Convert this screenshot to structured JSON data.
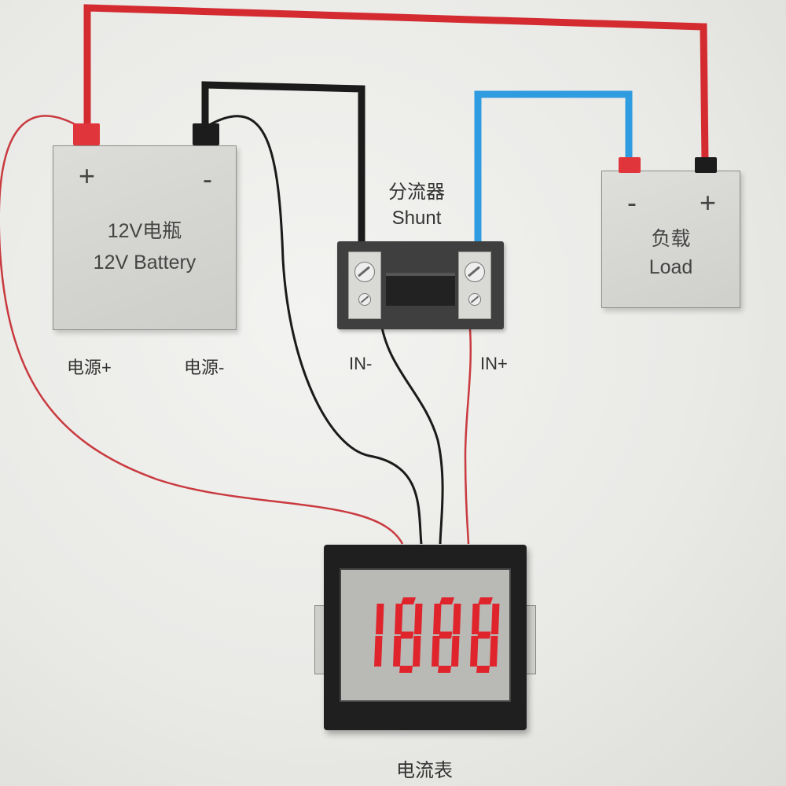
{
  "battery": {
    "label_cn": "12V电瓶",
    "label_en": "12V Battery",
    "plus": "+",
    "minus": "-",
    "power_plus": "电源+",
    "power_minus": "电源-"
  },
  "shunt": {
    "label_cn": "分流器",
    "label_en": "Shunt",
    "in_minus": "IN-",
    "in_plus": "IN+"
  },
  "load": {
    "label_cn": "负载",
    "label_en": "Load",
    "plus": "+",
    "minus": "-"
  },
  "meter": {
    "label_cn": "电流表",
    "display": "1888",
    "digit_color": "#e0242c"
  },
  "colors": {
    "positive_wire": "#d42b30",
    "negative_wire": "#1b1b1b",
    "load_wire": "#2f9be0"
  }
}
